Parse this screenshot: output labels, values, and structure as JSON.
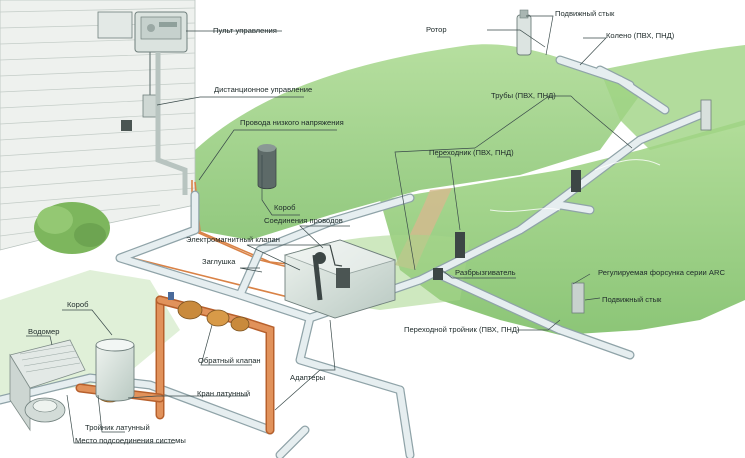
{
  "labels": {
    "control_panel": "Пульт управления",
    "remote_control": "Дистанционное управление",
    "low_voltage_wires": "Провода низкого напряжения",
    "box_top": "Короб",
    "wire_connections": "Соединения проводов",
    "solenoid_valve": "Электромагнитный клапан",
    "plug": "Заглушка",
    "box_left": "Короб",
    "water_meter": "Водомер",
    "check_valve": "Обратный клапан",
    "brass_valve": "Кран латунный",
    "brass_tee": "Тройник латунный",
    "connection_point": "Место подсоединения системы",
    "adapters": "Адаптеры",
    "rotor": "Ротор",
    "swing_joint_top": "Подвижный стык",
    "elbow": "Колено (ПВХ, ПНД)",
    "pipes": "Трубы (ПВХ, ПНД)",
    "adapter_pvc": "Переходник (ПВХ, ПНД)",
    "sprinkler": "Разбрызгиватель",
    "arc_nozzle": "Регулируемая форсунка серии ARC",
    "swing_joint_bottom": "Подвижный стык",
    "transition_tee": "Переходной тройник (ПВХ, ПНД)"
  },
  "colors": {
    "lawn": "#8cc873",
    "pipe": "#e6eef0",
    "pipe_edge": "#8fa3a8",
    "copper": "#d98246",
    "wall": "#e9ede9",
    "leader": "#3a4a4a"
  }
}
